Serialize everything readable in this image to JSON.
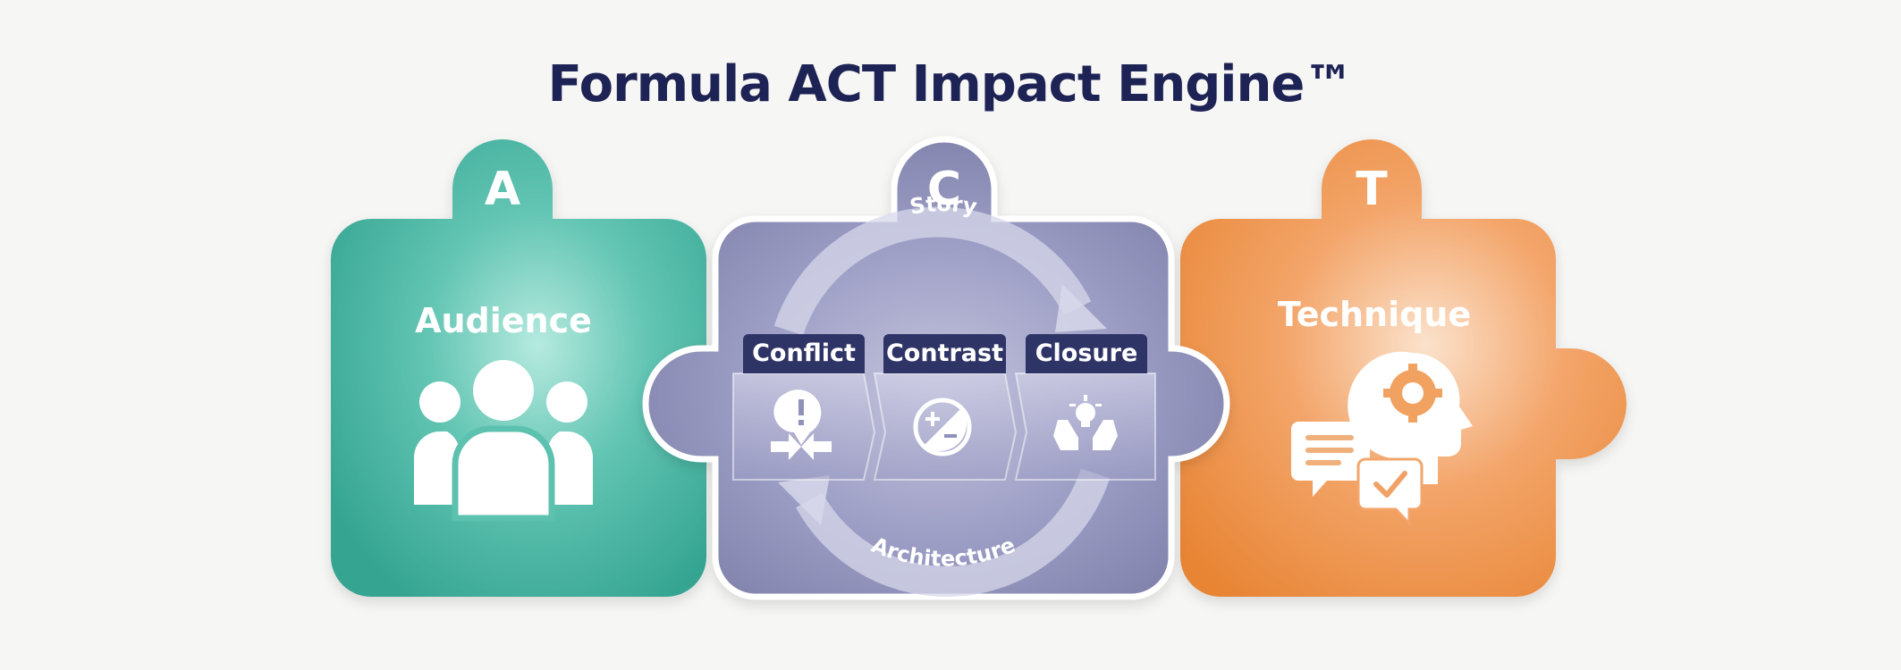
{
  "title": "Formula ACT Impact Engine™",
  "pieces": [
    {
      "letter": "A",
      "label": "Audience",
      "icon": "audience-group-icon",
      "color": "#3dae9c"
    },
    {
      "letter": "C",
      "label": "",
      "icon": "",
      "color": "#7f81ad"
    },
    {
      "letter": "T",
      "label": "Technique",
      "icon": "technique-head-gear-icon",
      "color": "#ee8a3e"
    }
  ],
  "cycle": {
    "top_label": "Story",
    "bottom_label": "Architecture",
    "stages": [
      {
        "label": "Conflict",
        "icon": "conflict-arrows-icon"
      },
      {
        "label": "Contrast",
        "icon": "contrast-plus-minus-icon"
      },
      {
        "label": "Closure",
        "icon": "closure-hands-bulb-icon"
      }
    ]
  }
}
